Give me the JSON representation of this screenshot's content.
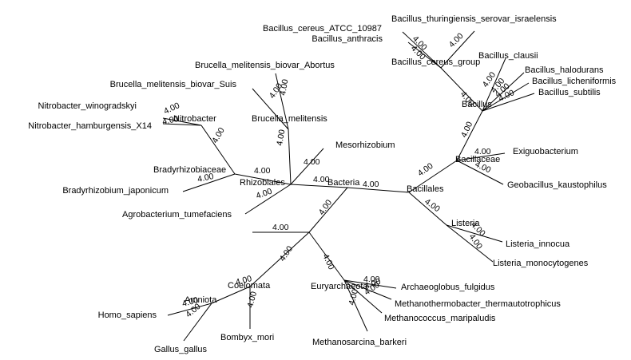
{
  "tree": {
    "nodes": [
      {
        "id": "bacteria",
        "label": "Bacteria"
      },
      {
        "id": "bacillales",
        "label": "Bacillales"
      },
      {
        "id": "bacillaceae",
        "label": "Bacillaceae"
      },
      {
        "id": "bacillus",
        "label": "Bacillus"
      },
      {
        "id": "bcereus_group",
        "label": "Bacillus_cereus_group"
      },
      {
        "id": "listeria",
        "label": "Listeria"
      },
      {
        "id": "rhizobiales",
        "label": "Rhizobiales"
      },
      {
        "id": "brucella",
        "label": "Brucella_melitensis"
      },
      {
        "id": "bradyrhizobiaceae",
        "label": "Bradyrhizobiaceae"
      },
      {
        "id": "nitrobacter",
        "label": "Nitrobacter"
      },
      {
        "id": "euryarchaeota",
        "label": "Euryarchaeota"
      },
      {
        "id": "coelomata",
        "label": "Coelomata"
      },
      {
        "id": "amniota",
        "label": "Amniota"
      },
      {
        "id": "l_thuringiensis",
        "label": "Bacillus_thuringiensis_serovar_israelensis"
      },
      {
        "id": "l_cereus",
        "label": "Bacillus_cereus_ATCC_10987"
      },
      {
        "id": "l_anthracis",
        "label": "Bacillus_anthracis"
      },
      {
        "id": "l_clausii",
        "label": "Bacillus_clausii"
      },
      {
        "id": "l_halodurans",
        "label": "Bacillus_halodurans"
      },
      {
        "id": "l_licheniformis",
        "label": "Bacillus_licheniformis"
      },
      {
        "id": "l_subtilis",
        "label": "Bacillus_subtilis"
      },
      {
        "id": "l_exiguo",
        "label": "Exiguobacterium"
      },
      {
        "id": "l_geobacillus",
        "label": "Geobacillus_kaustophilus"
      },
      {
        "id": "l_innocua",
        "label": "Listeria_innocua"
      },
      {
        "id": "l_monocyto",
        "label": "Listeria_monocytogenes"
      },
      {
        "id": "l_archaeoglobus",
        "label": "Archaeoglobus_fulgidus"
      },
      {
        "id": "l_methanothermo",
        "label": "Methanothermobacter_thermautotrophicus"
      },
      {
        "id": "l_methanococcus",
        "label": "Methanococcus_maripaludis"
      },
      {
        "id": "l_methanosarcina",
        "label": "Methanosarcina_barkeri"
      },
      {
        "id": "l_homo",
        "label": "Homo_sapiens"
      },
      {
        "id": "l_gallus",
        "label": "Gallus_gallus"
      },
      {
        "id": "l_bombyx",
        "label": "Bombyx_mori"
      },
      {
        "id": "l_brucella_abortus",
        "label": "Brucella_melitensis_biovar_Abortus"
      },
      {
        "id": "l_brucella_suis",
        "label": "Brucella_melitensis_biovar_Suis"
      },
      {
        "id": "l_winogradskyi",
        "label": "Nitrobacter_winogradskyi"
      },
      {
        "id": "l_hamburgensis",
        "label": "Nitrobacter_hamburgensis_X14"
      },
      {
        "id": "l_bradyrhizobium",
        "label": "Bradyrhizobium_japonicum"
      },
      {
        "id": "l_agrobacterium",
        "label": "Agrobacterium_tumefaciens"
      },
      {
        "id": "l_mesorhizobium",
        "label": "Mesorhizobium"
      }
    ],
    "edges": [
      {
        "from": "bacteria",
        "to": "bacillales",
        "length": "4.00"
      },
      {
        "from": "bacillales",
        "to": "bacillaceae",
        "length": "4.00"
      },
      {
        "from": "bacillaceae",
        "to": "bacillus",
        "length": "4.00"
      },
      {
        "from": "bacillus",
        "to": "bcereus_group",
        "length": "4.00"
      },
      {
        "from": "bcereus_group",
        "to": "l_thuringiensis",
        "length": "4.00"
      },
      {
        "from": "bcereus_group",
        "to": "l_cereus",
        "length": "4.00"
      },
      {
        "from": "bcereus_group",
        "to": "l_anthracis",
        "length": "4.00"
      },
      {
        "from": "bacillus",
        "to": "l_clausii",
        "length": "4.00"
      },
      {
        "from": "bacillus",
        "to": "l_halodurans",
        "length": "4.00"
      },
      {
        "from": "bacillus",
        "to": "l_licheniformis",
        "length": "4.00"
      },
      {
        "from": "bacillus",
        "to": "l_subtilis",
        "length": "4.00"
      },
      {
        "from": "bacillaceae",
        "to": "l_exiguo",
        "length": "4.00"
      },
      {
        "from": "bacillaceae",
        "to": "l_geobacillus",
        "length": "4.00"
      },
      {
        "from": "bacillales",
        "to": "listeria",
        "length": "4.00"
      },
      {
        "from": "listeria",
        "to": "l_innocua",
        "length": "4.00"
      },
      {
        "from": "listeria",
        "to": "l_monocyto",
        "length": "4.00"
      },
      {
        "from": "bacteria",
        "to": "rhizobiales",
        "length": "4.00"
      },
      {
        "from": "rhizobiales",
        "to": "brucella",
        "length": "4.00"
      },
      {
        "from": "brucella",
        "to": "l_brucella_abortus",
        "length": "4.00"
      },
      {
        "from": "brucella",
        "to": "l_brucella_suis",
        "length": "4.00"
      },
      {
        "from": "rhizobiales",
        "to": "bradyrhizobiaceae",
        "length": "4.00"
      },
      {
        "from": "bradyrhizobiaceae",
        "to": "nitrobacter",
        "length": "4.00"
      },
      {
        "from": "nitrobacter",
        "to": "l_winogradskyi",
        "length": "4.00"
      },
      {
        "from": "nitrobacter",
        "to": "l_hamburgensis",
        "length": "4.00"
      },
      {
        "from": "bradyrhizobiaceae",
        "to": "l_bradyrhizobium",
        "length": "4.00"
      },
      {
        "from": "rhizobiales",
        "to": "l_agrobacterium",
        "length": "4.00"
      },
      {
        "from": "rhizobiales",
        "to": "l_mesorhizobium",
        "length": "4.00"
      },
      {
        "from": "bacteria",
        "to": "junction",
        "length": "4.00"
      },
      {
        "from": "junction",
        "to": "euryarchaeota",
        "length": "4.00"
      },
      {
        "from": "euryarchaeota",
        "to": "l_archaeoglobus",
        "length": "4.00"
      },
      {
        "from": "euryarchaeota",
        "to": "l_methanothermo",
        "length": "4.00"
      },
      {
        "from": "euryarchaeota",
        "to": "l_methanococcus",
        "length": "4.00"
      },
      {
        "from": "euryarchaeota",
        "to": "l_methanosarcina",
        "length": "4.00"
      },
      {
        "from": "junction",
        "to": "coelomata",
        "length": "4.00"
      },
      {
        "from": "junction",
        "to": "stub",
        "length": "4.00"
      },
      {
        "from": "coelomata",
        "to": "amniota",
        "length": "4.00"
      },
      {
        "from": "amniota",
        "to": "l_homo",
        "length": "4.00"
      },
      {
        "from": "amniota",
        "to": "l_gallus",
        "length": "4.00"
      },
      {
        "from": "coelomata",
        "to": "l_bombyx",
        "length": "4.00"
      }
    ]
  }
}
